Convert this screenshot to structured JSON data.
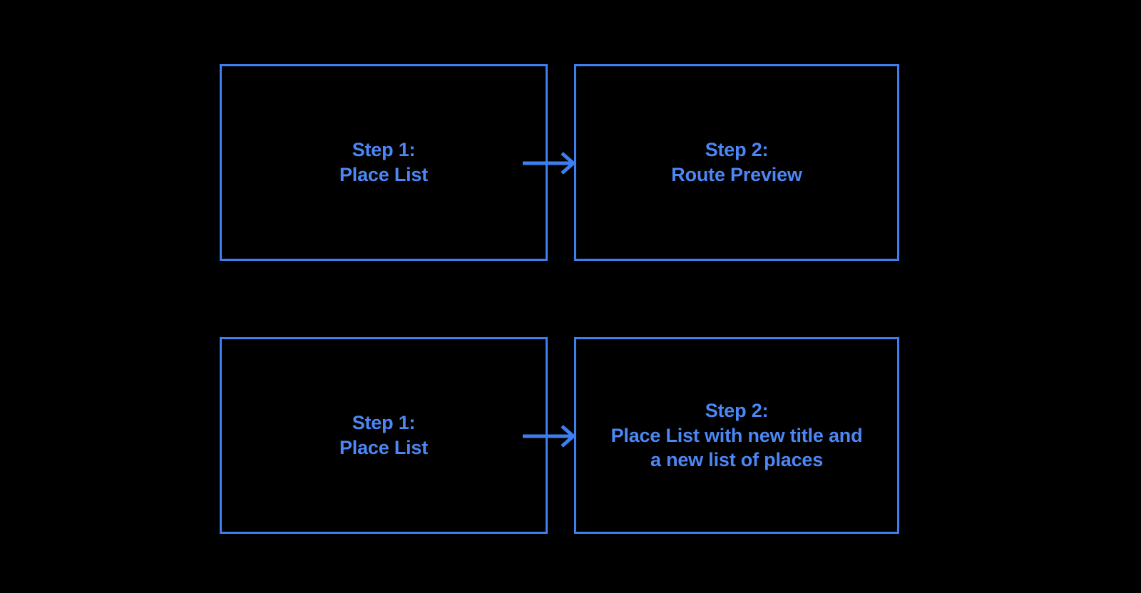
{
  "diagram": {
    "background_color": "#000000",
    "accent_color": "#4c87f5",
    "border_color": "#3d7ff0",
    "rows": [
      {
        "from": {
          "label": "Step 1:\nPlace List"
        },
        "arrow": {
          "glyph": "arrow-right"
        },
        "to": {
          "label": "Step 2:\nRoute Preview"
        }
      },
      {
        "from": {
          "label": "Step 1:\nPlace List"
        },
        "arrow": {
          "glyph": "arrow-right"
        },
        "to": {
          "label": "Step 2:\nPlace List with new title and\na new list of places"
        }
      }
    ]
  }
}
